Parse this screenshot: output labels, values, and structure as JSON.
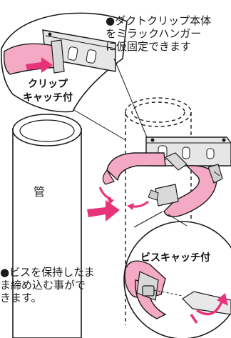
{
  "notes": {
    "top_lines": [
      "●ダクトクリップ本体",
      "をミラックハンガー",
      "に仮固定できます"
    ],
    "bottom_lines": [
      "●ビスを保持したま",
      "ま締め込む事がで",
      "きます。"
    ]
  },
  "callouts": {
    "clip_catch": [
      "クリップ",
      "キャッチ付"
    ],
    "screw_catch": "ビスキャッチ付"
  },
  "labels": {
    "pipe": "管"
  },
  "colors": {
    "band_pink": "#f4a9c4",
    "arrow_magenta": "#e8327a",
    "metal_gray": "#d9d9d9",
    "outline": "#1a1a1a"
  }
}
